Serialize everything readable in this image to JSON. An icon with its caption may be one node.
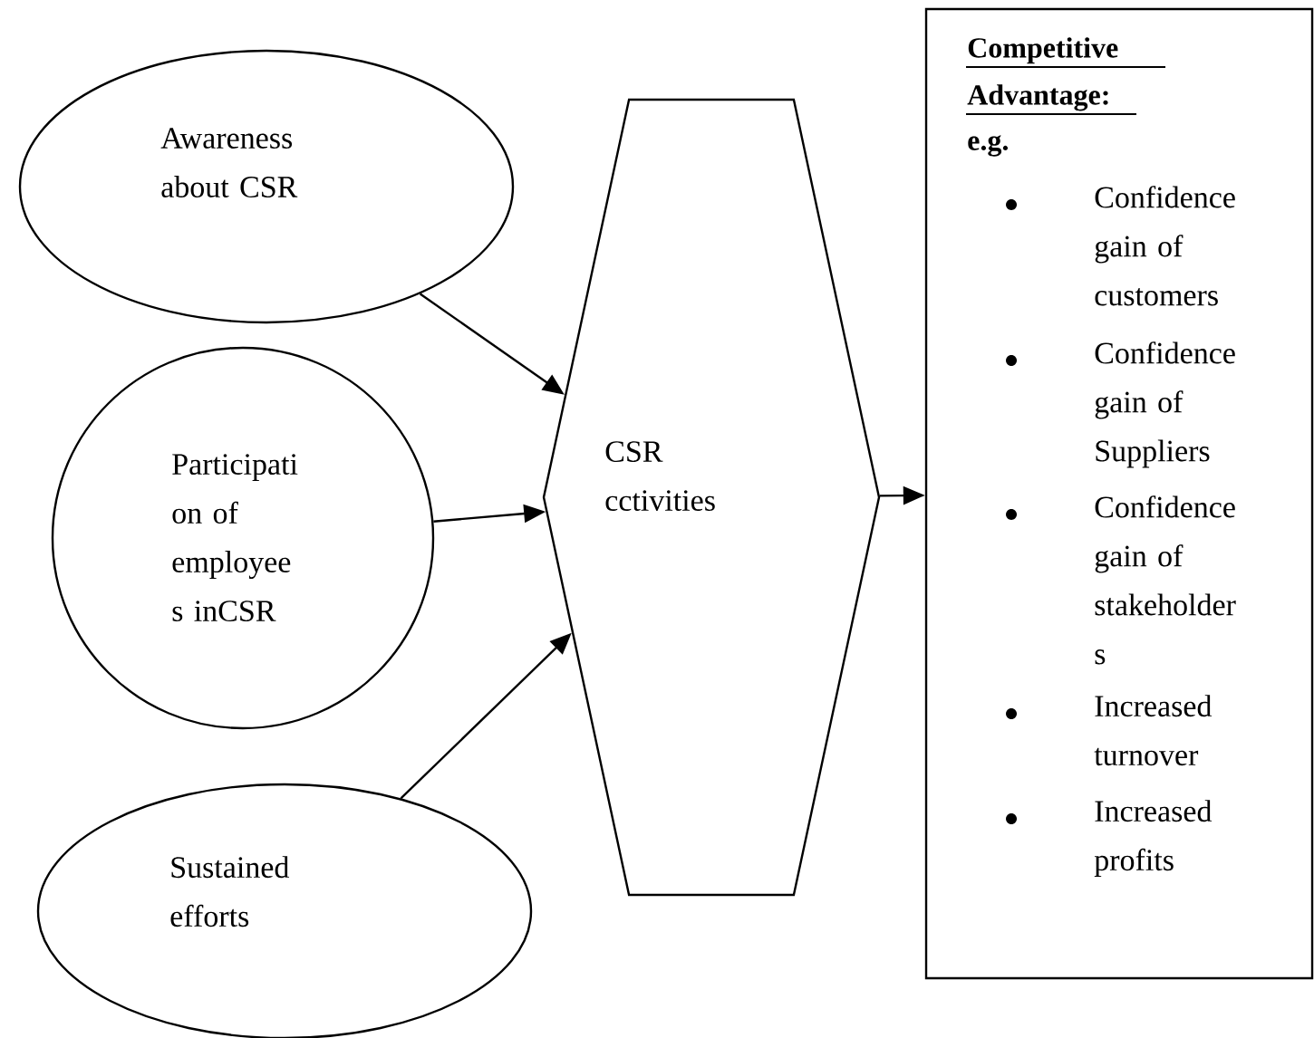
{
  "diagram": {
    "nodes": [
      {
        "text": [
          "Awareness about CSR"
        ]
      },
      {
        "text": [
          "Participati on of employee s inCSR"
        ]
      },
      {
        "text": [
          "Sustained efforts"
        ]
      },
      {
        "text": [
          "CSR cctivities"
        ]
      },
      {
        "text": [
          "Competitive Advantage:",
          "e.g.",
          "Confidence gain of customers",
          "Confidence gain of Suppliers",
          "Confidence gain of stakeholder s",
          "Increased turnover",
          "Increased profits"
        ]
      }
    ],
    "edges": [
      {
        "from": 0,
        "to": 3,
        "arrow": "to"
      },
      {
        "from": 1,
        "to": 3,
        "arrow": "to"
      },
      {
        "from": 2,
        "to": 3,
        "arrow": "to"
      },
      {
        "from": 3,
        "to": 4,
        "arrow": "to"
      }
    ]
  }
}
